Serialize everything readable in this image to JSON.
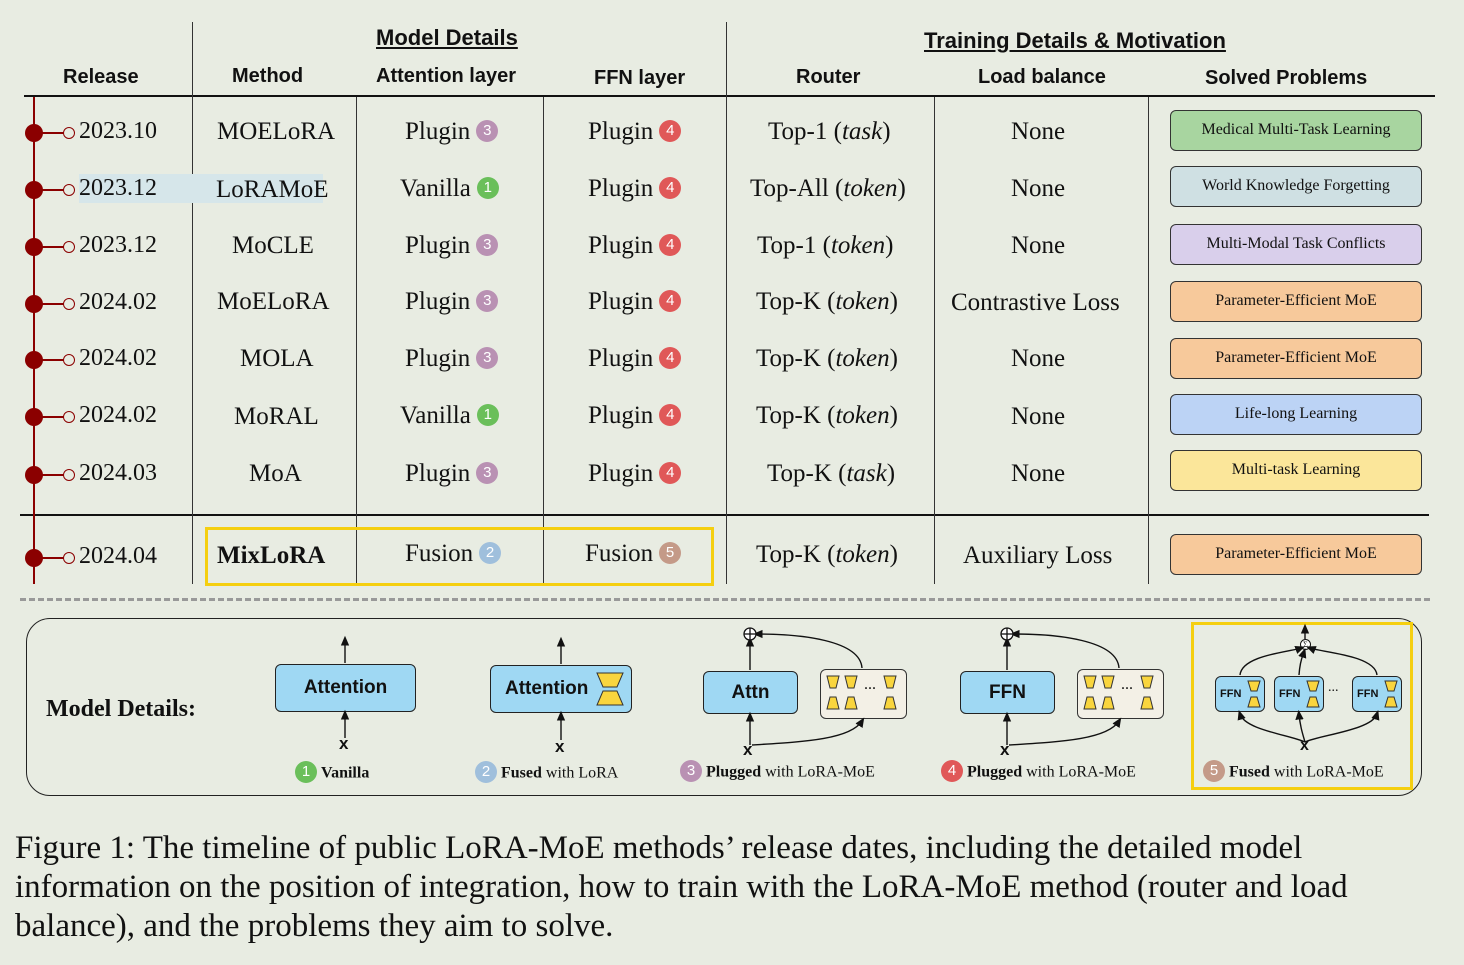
{
  "headers": {
    "group_model": "Model Details",
    "group_training": "Training Details & Motivation",
    "release": "Release",
    "method": "Method",
    "attention": "Attention layer",
    "ffn": "FFN layer",
    "router": "Router",
    "load_balance": "Load balance",
    "solved": "Solved Problems"
  },
  "rows": [
    {
      "date": "2023.10",
      "method": "MOELoRA",
      "attn": "Plugin",
      "attn_badge": "3",
      "ffn": "Plugin",
      "ffn_badge": "4",
      "router": "Top-1",
      "router_mode": "task",
      "lb": "None",
      "problem": "Medical Multi-Task Learning",
      "problem_color": "#a8d5a0"
    },
    {
      "date": "2023.12",
      "method": "LoRAMoE",
      "attn": "Vanilla",
      "attn_badge": "1",
      "ffn": "Plugin",
      "ffn_badge": "4",
      "router": "Top-All",
      "router_mode": "token",
      "lb": "None",
      "problem": "World Knowledge Forgetting",
      "problem_color": "#cfe0e3"
    },
    {
      "date": "2023.12",
      "method": "MoCLE",
      "attn": "Plugin",
      "attn_badge": "3",
      "ffn": "Plugin",
      "ffn_badge": "4",
      "router": "Top-1",
      "router_mode": "token",
      "lb": "None",
      "problem": "Multi-Modal Task Conflicts",
      "problem_color": "#d9cfeb"
    },
    {
      "date": "2024.02",
      "method": "MoELoRA",
      "attn": "Plugin",
      "attn_badge": "3",
      "ffn": "Plugin",
      "ffn_badge": "4",
      "router": "Top-K",
      "router_mode": "token",
      "lb": "Contrastive Loss",
      "problem": "Parameter-Efficient MoE",
      "problem_color": "#f7c99b"
    },
    {
      "date": "2024.02",
      "method": "MOLA",
      "attn": "Plugin",
      "attn_badge": "3",
      "ffn": "Plugin",
      "ffn_badge": "4",
      "router": "Top-K",
      "router_mode": "token",
      "lb": "None",
      "problem": "Parameter-Efficient MoE",
      "problem_color": "#f7c99b"
    },
    {
      "date": "2024.02",
      "method": "MoRAL",
      "attn": "Vanilla",
      "attn_badge": "1",
      "ffn": "Plugin",
      "ffn_badge": "4",
      "router": "Top-K",
      "router_mode": "token",
      "lb": "None",
      "problem": "Life-long Learning",
      "problem_color": "#bcd3f5"
    },
    {
      "date": "2024.03",
      "method": "MoA",
      "attn": "Plugin",
      "attn_badge": "3",
      "ffn": "Plugin",
      "ffn_badge": "4",
      "router": "Top-K",
      "router_mode": "task",
      "lb": "None",
      "problem": "Multi-task Learning",
      "problem_color": "#fbe69a"
    },
    {
      "date": "2024.04",
      "method": "MixLoRA",
      "attn": "Fusion",
      "attn_badge": "2",
      "ffn": "Fusion",
      "ffn_badge": "5",
      "router": "Top-K",
      "router_mode": "token",
      "lb": "Auxiliary Loss",
      "problem": "Parameter-Efficient MoE",
      "problem_color": "#f7c99b"
    }
  ],
  "badge_colors": {
    "1": "#6abf5a",
    "2": "#9fbfdc",
    "3": "#b991b3",
    "4": "#e05858",
    "5": "#c49a88"
  },
  "highlight_color": "#f5cf10",
  "details": {
    "label": "Model Details:",
    "items": [
      {
        "badge": "1",
        "bold": "Vanilla",
        "rest": ""
      },
      {
        "badge": "2",
        "bold": "Fused",
        "rest": " with LoRA"
      },
      {
        "badge": "3",
        "bold": "Plugged",
        "rest": " with LoRA-MoE"
      },
      {
        "badge": "4",
        "bold": "Plugged",
        "rest": " with LoRA-MoE"
      },
      {
        "badge": "5",
        "bold": "Fused",
        "rest": " with LoRA-MoE"
      }
    ],
    "block_attention": "Attention",
    "block_attn": "Attn",
    "block_ffn": "FFN",
    "input_x": "x",
    "ellipsis": "...",
    "sigma": "Σ"
  },
  "caption": "Figure 1: The timeline of public LoRA-MoE methods’ release dates, including the detailed model information on the position of integration, how to train with the LoRA-MoE method (router and load balance), and the problems they aim to solve."
}
